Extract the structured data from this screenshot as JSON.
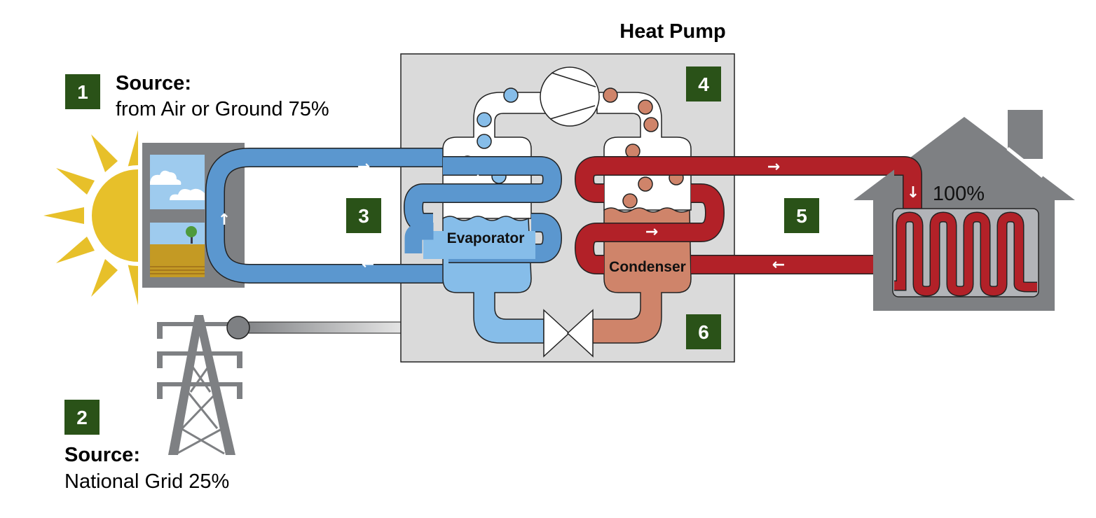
{
  "title": "Heat Pump",
  "colors": {
    "badge": "#2a5218",
    "cold_pipe": "#5b97cf",
    "cold_fluid": "#86bde9",
    "hot_pipe": "#b22128",
    "hot_fluid": "#cf846a",
    "unit_box": "#dadada",
    "house": "#7e8083",
    "sun": "#e7c02a"
  },
  "badges": [
    {
      "number": "1"
    },
    {
      "number": "2"
    },
    {
      "number": "3"
    },
    {
      "number": "4"
    },
    {
      "number": "5"
    },
    {
      "number": "6"
    }
  ],
  "sources": {
    "air_ground": {
      "title": "Source:",
      "text": "from Air or Ground 75%"
    },
    "grid": {
      "title": "Source:",
      "text": "National Grid 25%"
    }
  },
  "components": {
    "evaporator": "Evaporator",
    "condenser": "Condenser",
    "compressor": "compressor",
    "expansion_valve": "expansion valve"
  },
  "house": {
    "output": "100%"
  },
  "arrows": {
    "right": "→",
    "left": "←",
    "up": "↑",
    "down": "↓"
  }
}
